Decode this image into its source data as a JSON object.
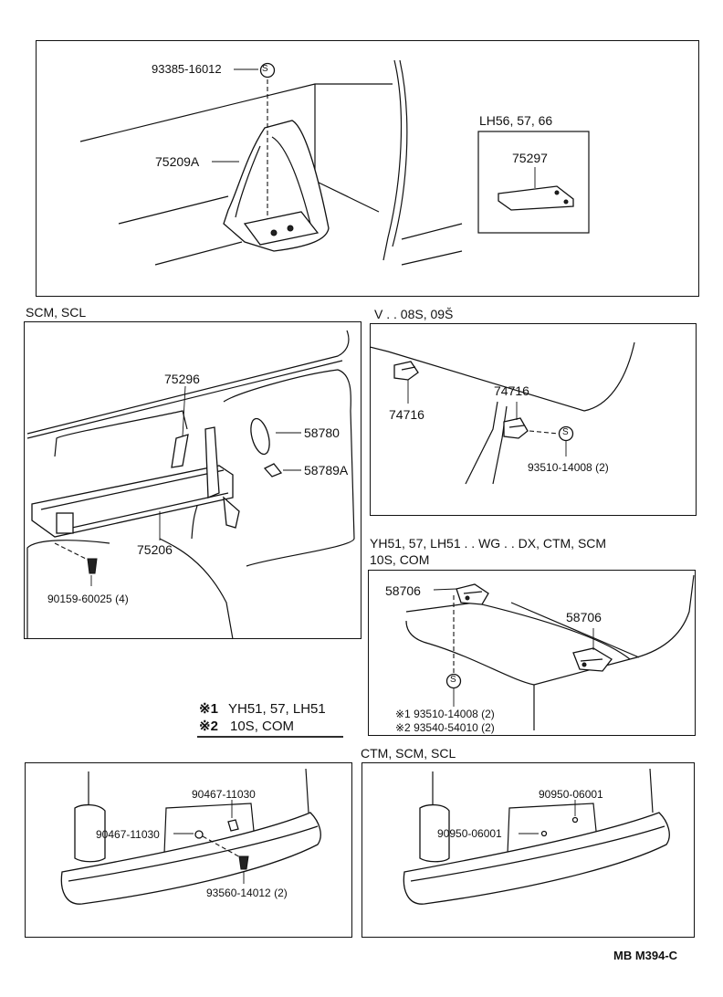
{
  "top_panel": {
    "labels": {
      "screw": "93385-16012",
      "carrier": "75209A",
      "variant": "LH56, 57, 66",
      "bracket": "75297"
    }
  },
  "scm_panel": {
    "title": "SCM, SCL",
    "labels": {
      "p1": "75296",
      "p2": "58780",
      "p3": "58789A",
      "p4": "75206",
      "p5": "90159-60025 (4)"
    }
  },
  "v_panel": {
    "title": "V . . 08S, 09S̆",
    "labels": {
      "h1": "74716",
      "h2": "74716",
      "screw": "93510-14008 (2)"
    }
  },
  "yh_panel": {
    "title1": "YH51, 57, LH51 . . WG . . DX, CTM, SCM",
    "title2": "10S, COM",
    "labels": {
      "h1": "58706",
      "h2": "58706",
      "n1": "※1 93510-14008 (2)",
      "n2": "※2 93540-54010 (2)"
    }
  },
  "notes": {
    "n1_mark": "※1",
    "n1_text": "YH51, 57, LH51",
    "n2_mark": "※2",
    "n2_text": "10S, COM"
  },
  "bottom_left": {
    "labels": {
      "a": "90467-11030",
      "b": "90467-11030",
      "c": "93560-14012 (2)"
    }
  },
  "bottom_right": {
    "title": "CTM, SCM, SCL",
    "labels": {
      "a": "90950-06001",
      "b": "90950-06001"
    }
  },
  "footer": {
    "code": "MB  M394-C"
  },
  "icons": {
    "screw_symbol": "S"
  }
}
